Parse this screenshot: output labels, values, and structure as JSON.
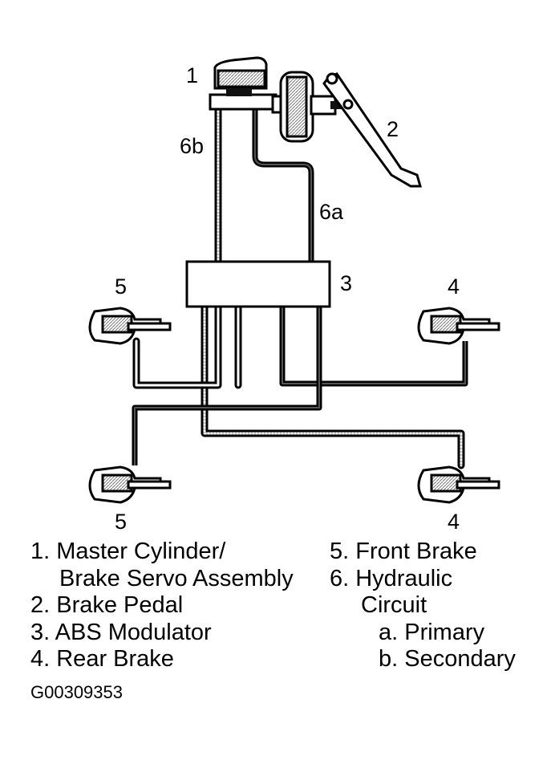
{
  "diagram": {
    "labels": {
      "l1": "1",
      "l2": "2",
      "l3": "3",
      "l4_top": "4",
      "l4_bottom": "4",
      "l5_top": "5",
      "l5_bottom": "5",
      "l6a": "6a",
      "l6b": "6b"
    }
  },
  "legend": {
    "left": [
      "1. Master Cylinder/",
      "Brake Servo Assembly",
      "2. Brake Pedal",
      "3. ABS Modulator",
      "4. Rear Brake"
    ],
    "right": [
      "5. Front Brake",
      "6. Hydraulic",
      "Circuit",
      "a. Primary",
      "b. Secondary"
    ]
  },
  "figure_id": "G00309353"
}
